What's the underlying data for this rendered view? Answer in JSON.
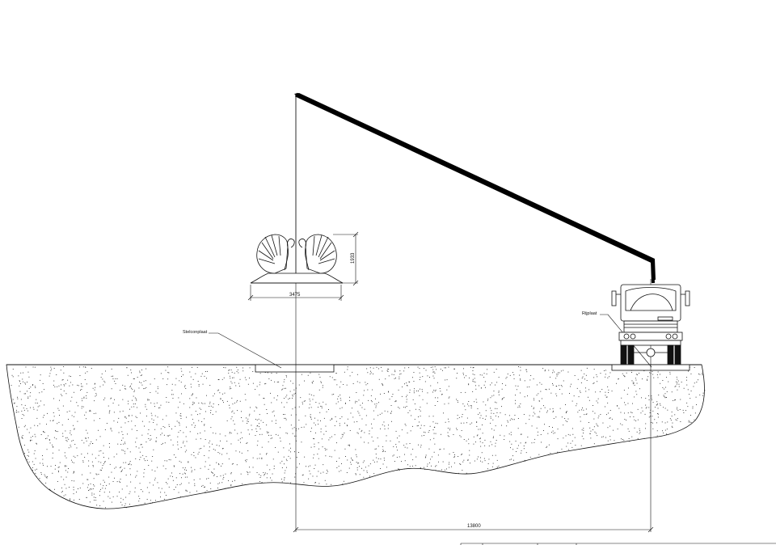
{
  "labels": {
    "stelconplaat": "Stelconplaat",
    "rijplaat": "Rijplaat"
  },
  "dimensions": {
    "object_width": "3475",
    "object_height": "1933",
    "reach": "13800"
  },
  "colors": {
    "line": "#111111",
    "ground_fill": "#ffffff",
    "boom": "#000000"
  }
}
